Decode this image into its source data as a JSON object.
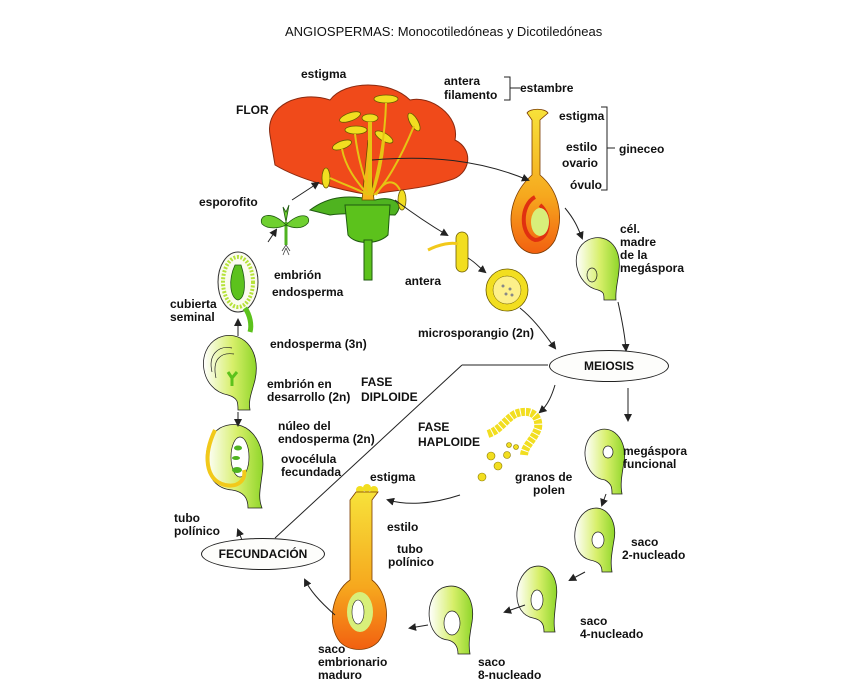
{
  "title": "ANGIOSPERMAS: Monocotiledóneas y Dicotiledóneas",
  "flower": {
    "heading": "FLOR",
    "labels": {
      "estigma": "estigma",
      "antera": "antera",
      "filamento": "filamento",
      "estambre": "estambre"
    }
  },
  "gynoecium": {
    "labels": {
      "estigma": "estigma",
      "estilo": "estilo",
      "ovario": "ovario",
      "ovulo": "óvulo",
      "gineceo": "gineceo"
    }
  },
  "megaspore_mother": {
    "label_lines": [
      "cél.",
      "madre",
      "de la",
      "megáspora"
    ]
  },
  "stamen_branch": {
    "antera": "antera",
    "microsporangio": "microsporangio (2n)"
  },
  "meiosis": "MEIOSIS",
  "phases": {
    "diploid": [
      "FASE",
      "DIPLOIDE"
    ],
    "haploid": [
      "FASE",
      "HAPLOIDE"
    ]
  },
  "pollen": {
    "label_lines": [
      "granos de",
      "polen"
    ]
  },
  "megaspore_stages": [
    {
      "lines": [
        "megáspora",
        "funcional"
      ]
    },
    {
      "lines": [
        "saco",
        "2-nucleado"
      ]
    },
    {
      "lines": [
        "saco",
        "4-nucleado"
      ]
    },
    {
      "lines": [
        "saco",
        "8-nucleado"
      ]
    }
  ],
  "mature_pistil": {
    "estigma": "estigma",
    "estilo": "estilo",
    "tubo_polinico": [
      "tubo",
      "polínico"
    ],
    "saco": [
      "saco",
      "embrionario",
      "maduro"
    ]
  },
  "fecundacion": "FECUNDACIÓN",
  "fertilized_ovule": {
    "nucleo": [
      "núleo del",
      "endosperma (2n)"
    ],
    "ovocelula": [
      "ovocélula",
      "fecundada"
    ],
    "tubo": [
      "tubo",
      "polínico"
    ]
  },
  "developing_seed": {
    "endosperma": "endosperma (3n)",
    "embrion": [
      "embrión en",
      "desarrollo (2n)"
    ]
  },
  "seed": {
    "embrion": "embrión",
    "endosperma": "endosperma",
    "cubierta": [
      "cubierta",
      "seminal"
    ]
  },
  "sporophyte": "esporofito",
  "colors": {
    "petal": "#f04a1a",
    "pollen_yellow": "#f2de20",
    "leaf_green": "#5cc21c",
    "ovule_green": "#b6e23a",
    "ovary_orange": "#f36b10"
  }
}
